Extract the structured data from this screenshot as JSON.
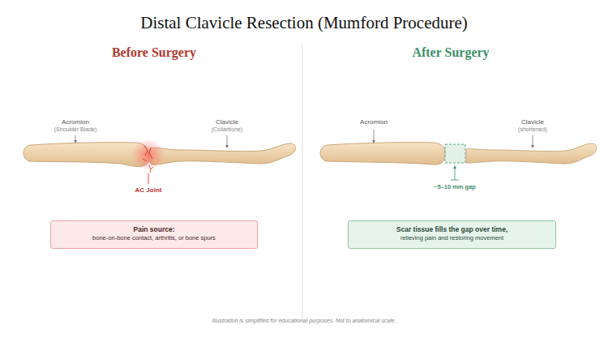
{
  "diagram": {
    "title": "Distal Clavicle Resection (Mumford Procedure)",
    "caption": "Illustration is simplified for educational purposes. Not to anatomical scale.",
    "nodes": [
      {
        "text": [
          "Pain source:",
          "bone-on-bone contact, arthritis, or bone spurs"
        ]
      },
      {
        "text": [
          "Scar tissue fills the gap over time,",
          "relieving pain and restoring movement"
        ]
      }
    ],
    "labels": [
      "Before Surgery",
      "After Surgery",
      "Acromion",
      "(Shoulder Blade)",
      "Clavicle",
      "(Collarbone)",
      "AC Joint",
      "Acromion",
      "Clavicle",
      "(shortened)",
      "~5–10 mm gap"
    ]
  }
}
